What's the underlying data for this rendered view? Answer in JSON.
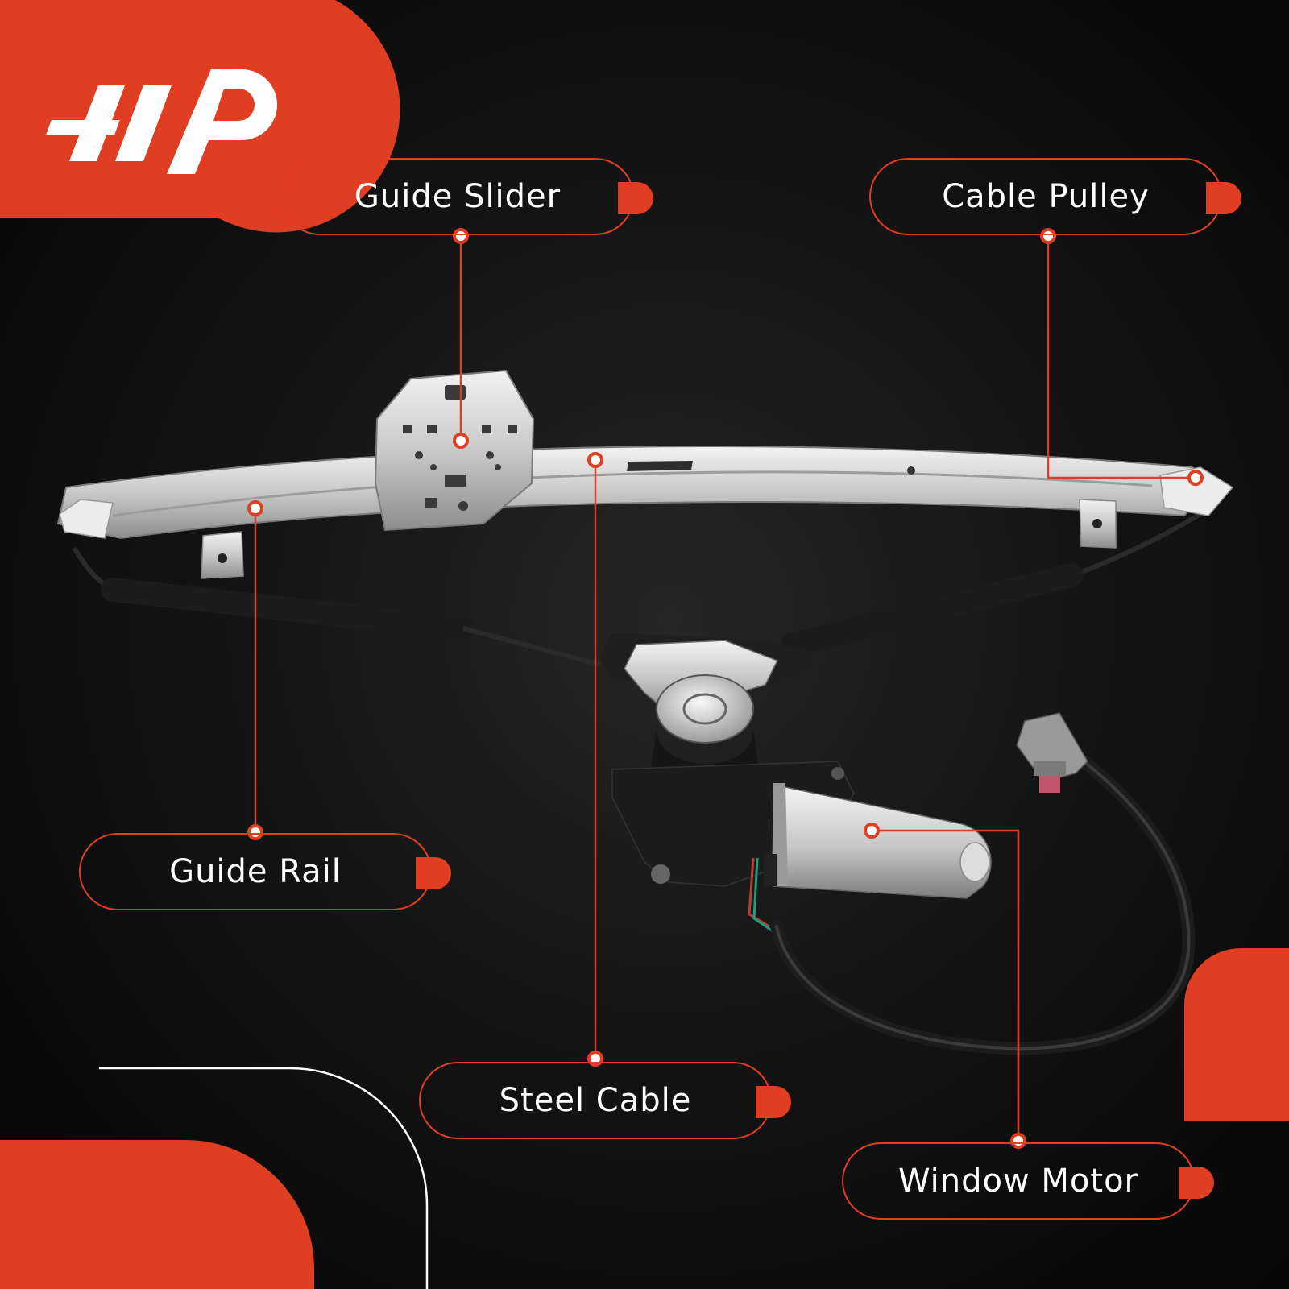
{
  "brand": {
    "logo": "A-P logo",
    "accent_color": "#e03e22"
  },
  "product": {
    "image": "window-regulator-with-motor"
  },
  "callouts": [
    {
      "id": "guide-slider",
      "label": "Guide Slider"
    },
    {
      "id": "cable-pulley",
      "label": "Cable Pulley"
    },
    {
      "id": "guide-rail",
      "label": "Guide Rail"
    },
    {
      "id": "steel-cable",
      "label": "Steel Cable"
    },
    {
      "id": "window-motor",
      "label": "Window Motor"
    }
  ]
}
